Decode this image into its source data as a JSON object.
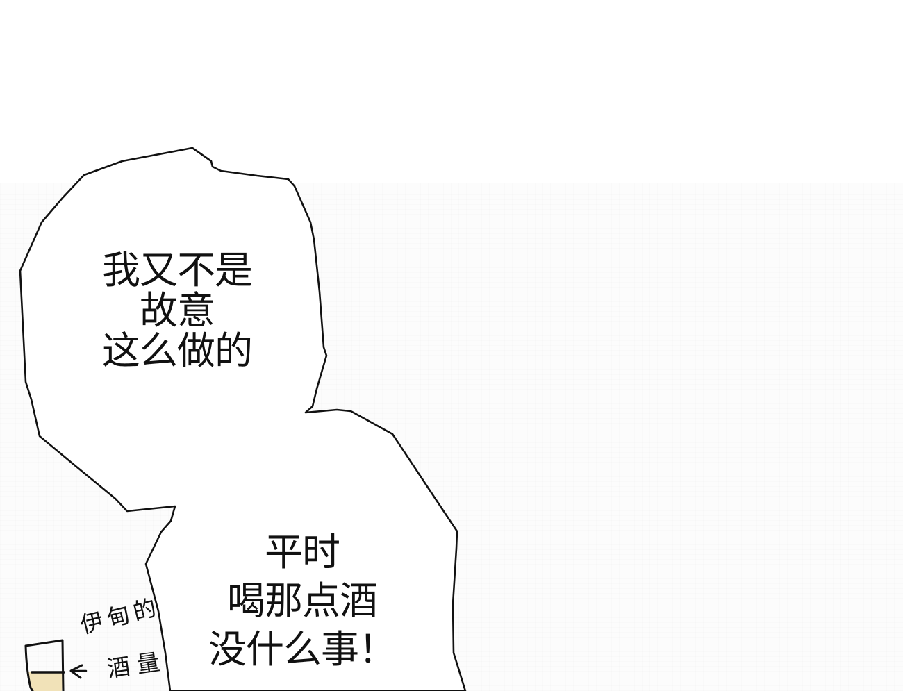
{
  "panel": {
    "type": "comic-panel",
    "background_color": "#ffffff",
    "texture_color": "#fcfcfc"
  },
  "speech_bubble": {
    "outline_color": "#111111",
    "fill_color": "#ffffff",
    "upper_text": {
      "lines": [
        "我又不是",
        "故意",
        "这么做的"
      ]
    },
    "lower_text": {
      "lines": [
        "平时",
        "喝那点酒",
        "没什么事！"
      ]
    }
  },
  "annotation": {
    "lines": [
      "伊甸的",
      "酒量"
    ],
    "arrow": "←",
    "icon": "glass-icon",
    "liquid_color": "#f1e2b8"
  }
}
